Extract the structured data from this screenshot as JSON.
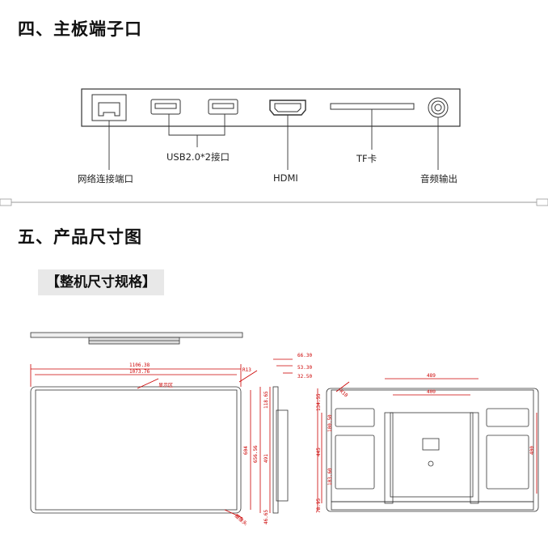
{
  "section4": {
    "title": "四、主板端子口",
    "ports": {
      "ethernet": "网络连接端口",
      "usb": "USB2.0*2接口",
      "hdmi": "HDMI",
      "tf": "TF卡",
      "audio": "音频输出"
    }
  },
  "section5": {
    "title": "五、产品尺寸图",
    "subtitle": "【整机尺寸规格】"
  },
  "dimensions": {
    "front": {
      "outer_width": "1106.38",
      "inner_width": "1073.76",
      "visible_area_label": "显示区",
      "corner": "R13",
      "height_inner": "604",
      "height_outer": "656.56",
      "bottom_label": "摄像头"
    },
    "side": {
      "depth_total": "66.30",
      "depth_mid": "53.30",
      "depth_small": "32.50",
      "top_offset": "118.65",
      "height": "491",
      "bottom_offset": "46.65"
    },
    "back": {
      "width_top": "489",
      "width_mount": "400",
      "corner": "R10",
      "left_top": "134.55",
      "left_a": "100.50",
      "left_height": "445",
      "left_b": "103.60",
      "left_bottom": "78.95",
      "right_height": "400"
    }
  }
}
